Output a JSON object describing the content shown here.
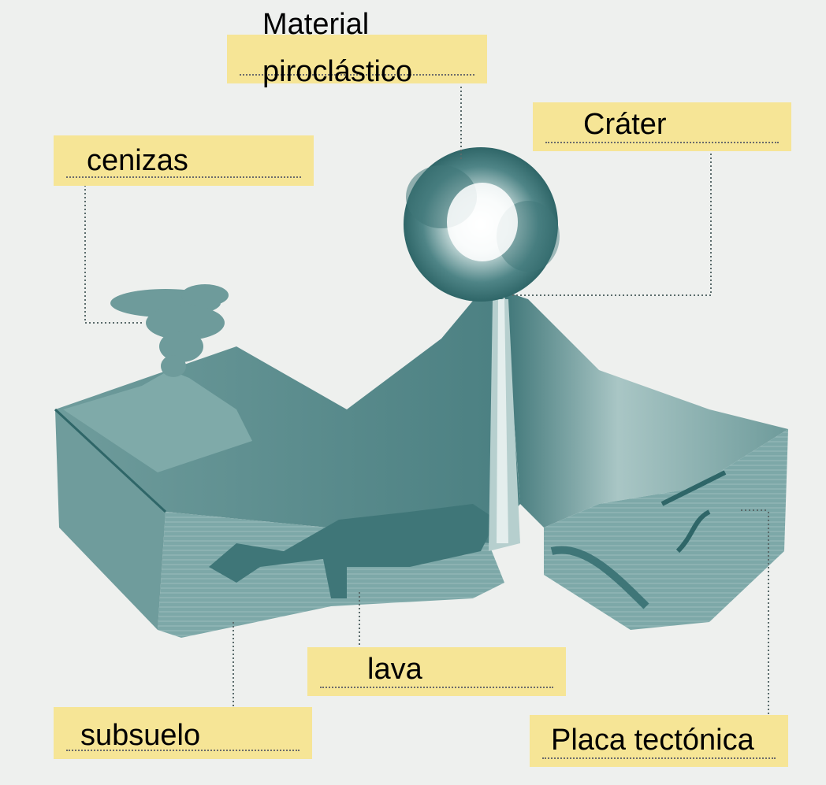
{
  "labels": {
    "material": {
      "line1": "Material",
      "line2": "piroclástico"
    },
    "crater": "Cráter",
    "cenizas": "cenizas",
    "lava": "lava",
    "subsuelo": "subsuelo",
    "placa": "Placa tectónica"
  },
  "colors": {
    "label_fill": "#f6e596",
    "volcano": "#4f8587",
    "volcano_dark": "#2f6668",
    "leader_line": "#5a6b6b"
  }
}
